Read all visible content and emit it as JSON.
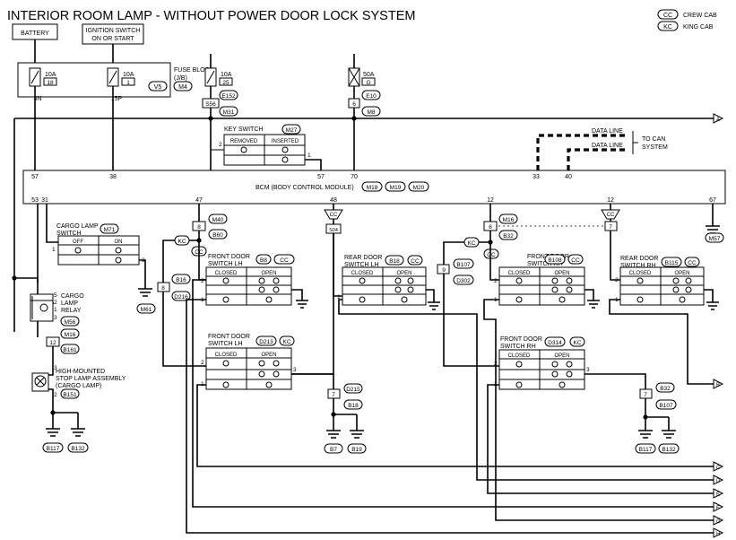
{
  "title": "INTERIOR ROOM LAMP - WITHOUT POWER DOOR LOCK SYSTEM",
  "legend": [
    {
      "code": "CC",
      "label": "CREW CAB"
    },
    {
      "code": "KC",
      "label": "KING CAB"
    }
  ],
  "sources": {
    "battery": "BATTERY",
    "ignition_1": "IGNITION SWITCH",
    "ignition_2": "ON OR START"
  },
  "fuse_block": {
    "line1": "FUSE BLOCK",
    "line2": "(J/B)",
    "conn_a": "V5",
    "conn_b": "M4"
  },
  "fuses": [
    {
      "amp": "10A",
      "num": "18",
      "pin": "4N"
    },
    {
      "amp": "10A",
      "num": "1",
      "pin": "15P"
    },
    {
      "amp": "10A",
      "num": "25"
    },
    {
      "amp": "50A",
      "num": "G"
    }
  ],
  "connectors": {
    "e152": "E152",
    "s56": "S56",
    "m31": "M31",
    "e10": "E10",
    "pin6": "6",
    "m8": "M8"
  },
  "key_switch": {
    "title": "KEY SWITCH",
    "conn": "M27",
    "col1": "REMOVED",
    "col2": "INSERTED",
    "pin_a": "2",
    "pin_b": "1"
  },
  "data_line": {
    "label1": "DATA LINE",
    "label2": "DATA LINE",
    "to1": "TO CAN",
    "to2": "SYSTEM"
  },
  "bcm": {
    "label": "BCM (BODY CONTROL MODULE)",
    "conn1": "M18",
    "conn2": "M19",
    "conn3": "M20",
    "pins_top": [
      "57",
      "38",
      "57",
      "70",
      "33",
      "40"
    ],
    "pins_bottom": [
      "53",
      "31",
      "47",
      "48",
      "12",
      "12",
      "67"
    ]
  },
  "cargo_switch": {
    "line1": "CARGO LAMP",
    "line2": "SWITCH",
    "conn": "M71",
    "col1": "OFF",
    "col2": "ON",
    "pin_a": "1",
    "pin_b": "3"
  },
  "cargo_relay": {
    "line1": "CARGO",
    "line2": "LAMP",
    "line3": "RELAY",
    "conn": "M56",
    "pins": [
      "5",
      "2",
      "1",
      "3"
    ]
  },
  "hmsl": {
    "line1": "HIGH-MOUNTED",
    "line2": "STOP LAMP ASSEMBLY",
    "line3": "(CARGO LAMP)",
    "conn": "B151",
    "pin_a": "3",
    "pin_b": "2"
  },
  "relay_conn": {
    "m16": "M16",
    "pin12": "12",
    "b161": "B161"
  },
  "grounds": {
    "g_m61": "M61",
    "g_b117": "B117",
    "g_b132": "B132",
    "g_b7": "B7",
    "g_b19": "B19",
    "g_b117b": "B117",
    "g_b132b": "B132",
    "g_m57": "M57"
  },
  "left_junction": {
    "m40": "M40",
    "pin8": "8",
    "b60": "B60",
    "b16": "B16",
    "d216": "D216",
    "pin8b": "8"
  },
  "front_door_lh_cc": {
    "line1": "FRONT DOOR",
    "line2": "SWITCH LH",
    "conn": "B8",
    "col1": "CLOSED",
    "col2": "OPEN",
    "pin_a": "2",
    "pin_b": "1"
  },
  "front_door_lh_kc": {
    "line1": "FRONT DOOR",
    "line2": "SWITCH LH",
    "conn": "D213",
    "col1": "CLOSED",
    "col2": "OPEN",
    "pin_a": "2",
    "pin_b": "1",
    "pin_c": "3"
  },
  "rear_door_lh": {
    "line1": "REAR DOOR",
    "line2": "SWITCH LH",
    "conn": "B18",
    "col1": "CLOSED",
    "col2": "OPEN",
    "pin_a": "1"
  },
  "lh_mid": {
    "pin_s04": "S04",
    "d215": "D215",
    "pin7": "7",
    "b18": "B18"
  },
  "right_junction": {
    "m16": "M16",
    "pin6": "6",
    "b32": "B32",
    "b107": "B107",
    "d302": "D302",
    "pin9": "9"
  },
  "front_door_rh_cc": {
    "line1": "FRONT DOOR",
    "line2": "SWITCH RH",
    "conn": "B108",
    "col1": "CLOSED",
    "col2": "OPEN",
    "pin_a": "2",
    "pin_b": "1"
  },
  "front_door_rh_kc": {
    "line1": "FRONT DOOR",
    "line2": "SWITCH RH",
    "conn": "D314",
    "col1": "CLOSED",
    "col2": "OPEN",
    "pin_a": "2",
    "pin_b": "1",
    "pin_c": "3"
  },
  "rear_door_rh": {
    "line1": "REAR DOOR",
    "line2": "SWITCH RH",
    "conn": "B115",
    "col1": "CLOSED",
    "col2": "OPEN",
    "pin_a": "2",
    "pin_b": "1"
  },
  "rh_mid": {
    "pin7": "7",
    "b32": "B32",
    "b107": "B107"
  },
  "right_conn7": {
    "pin7": "7"
  },
  "arrows": {
    "a": "A",
    "b": "B",
    "c": "C",
    "d": "D",
    "e": "E",
    "f": "F",
    "g": "G",
    "h": "H"
  }
}
